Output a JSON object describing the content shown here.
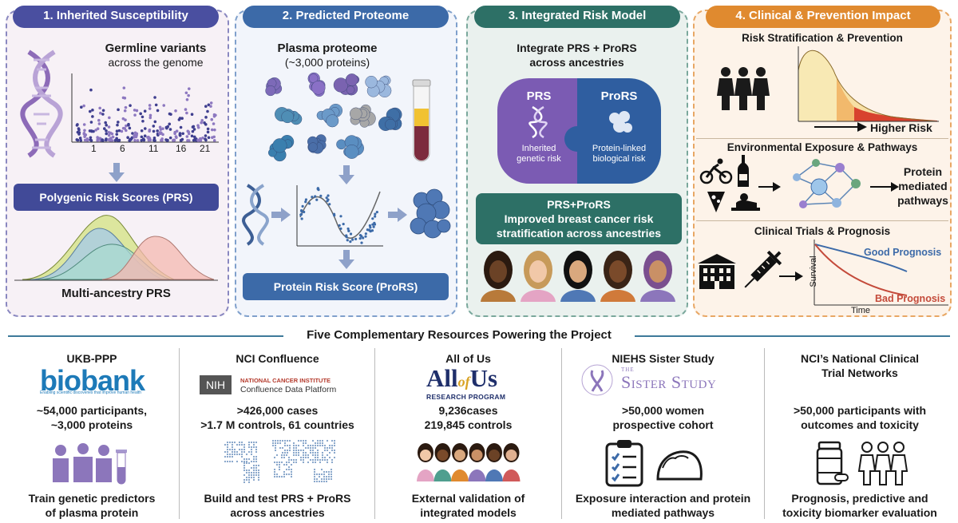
{
  "panels": [
    {
      "title": "1. Inherited Susceptibility",
      "color": "#4a4fa0",
      "bg": "#f5f0f5"
    },
    {
      "title": "2. Predicted Proteome",
      "color": "#3c6aa8",
      "bg": "#f1f4fa"
    },
    {
      "title": "3. Integrated Risk Model",
      "color": "#2d7066",
      "bg": "#eaf1ee"
    },
    {
      "title": "4. Clinical  & Prevention Impact",
      "color": "#e08a2f",
      "bg": "#fdf3e9"
    }
  ],
  "p1": {
    "germline_title": "Germline variants",
    "germline_sub": "across the genome",
    "chrom_ticks": [
      "1",
      "6",
      "11",
      "16",
      "21"
    ],
    "prs_box": "Polygenic Risk Scores (PRS)",
    "multi": "Multi-ancestry PRS"
  },
  "p2": {
    "plasma_title": "Plasma proteome",
    "plasma_sub": "(~3,000 proteins)",
    "prors_box": "Protein Risk Score (ProRS)"
  },
  "p3": {
    "integrate_1": "Integrate PRS + ProRS",
    "integrate_2": "across ancestries",
    "prs_label": "PRS",
    "prs_desc_1": "Inherited",
    "prs_desc_2": "genetic risk",
    "prors_label": "ProRS",
    "prors_desc_1": "Protein-linked",
    "prors_desc_2": "biological risk",
    "combined_1": "PRS+ProRS",
    "combined_2": "Improved breast cancer risk",
    "combined_3": "stratification across ancestries"
  },
  "p4": {
    "risk_title": "Risk Stratification & Prevention",
    "higher_risk": "Higher Risk",
    "env_title": "Environmental Exposure & Pathways",
    "protein_1": "Protein",
    "protein_2": "mediated",
    "protein_3": "pathways",
    "trials_title": "Clinical Trials & Prognosis",
    "good": "Good Prognosis",
    "bad": "Bad Prognosis",
    "survival": "Survival",
    "time": "Time"
  },
  "resources_title": "Five Complementary Resources Powering the Project",
  "resources": [
    {
      "title": "UKB-PPP",
      "logo": "biobank",
      "logo_sub": "Enabling scientific discoveries that improve human health",
      "l1": "~54,000 participants,",
      "l2": "~3,000 proteins",
      "b1": "Train genetic predictors",
      "b2": "of plasma protein"
    },
    {
      "title": "NCI Confluence",
      "logo_nih": "NIH",
      "logo_l1": "NATIONAL CANCER INSTITUTE",
      "logo_l2": "Confluence Data Platform",
      "l1": ">426,000 cases",
      "l2": ">1.7 M controls, 61 countries",
      "b1": "Build and test PRS + ProRS",
      "b2": "across ancestries"
    },
    {
      "title": "All of Us",
      "logo_a": "All",
      "logo_of": "of",
      "logo_us": "Us",
      "logo_sub": "RESEARCH PROGRAM",
      "l1": "9,236cases",
      "l2": "219,845 controls",
      "b1": "External validation of",
      "b2": "integrated models"
    },
    {
      "title": "NIEHS Sister Study",
      "logo_the": "THE",
      "logo_main": "Sister Study",
      "l1": ">50,000 women",
      "l2": "prospective cohort",
      "b1": "Exposure interaction and protein",
      "b2": "mediated pathways"
    },
    {
      "title_1": "NCI’s National Clinical",
      "title_2": "Trial Networks",
      "l1": ">50,000 participants with",
      "l2": "outcomes and toxicity",
      "b1": "Prognosis, predictive and",
      "b2": "toxicity biomarker evaluation"
    }
  ]
}
